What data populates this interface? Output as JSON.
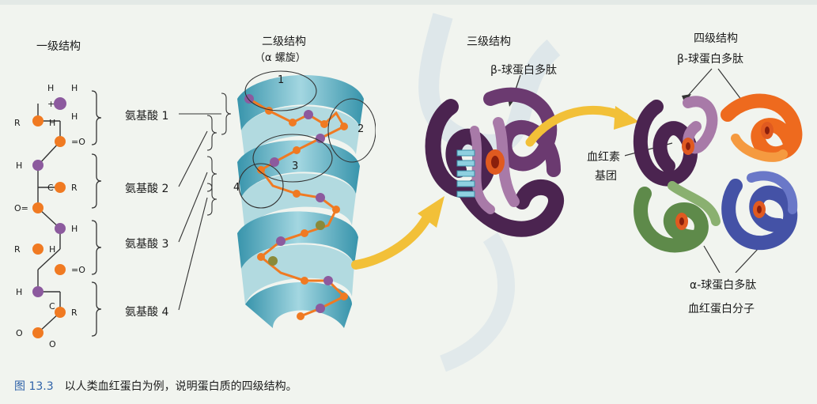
{
  "primary": {
    "title": "一级结构",
    "amino_labels": [
      "氨基酸 1",
      "氨基酸 2",
      "氨基酸 3",
      "氨基酸 4"
    ]
  },
  "secondary": {
    "title": "二级结构",
    "subtitle": "（α 螺旋）",
    "markers": [
      "1",
      "2",
      "3",
      "4"
    ]
  },
  "tertiary": {
    "title": "三级结构",
    "beta_label": "β-球蛋白多肽"
  },
  "quaternary": {
    "title": "四级结构",
    "beta_label": "β-球蛋白多肽",
    "heme_label_1": "血红素",
    "heme_label_2": "基团",
    "alpha_label": "α-球蛋白多肽",
    "molecule_label": "血红蛋白分子"
  },
  "caption": {
    "figure_no": "图 13.3",
    "text": "以人类血红蛋白为例，说明蛋白质的四级结构。"
  },
  "colors": {
    "background": "#f1f4ef",
    "helix": "#4fb0c6",
    "helix_light": "#9fd5e0",
    "atom_orange": "#f07a22",
    "atom_purple": "#8c5a9e",
    "beta_dark": "#4b2450",
    "beta_pink": "#a87aa8",
    "quat_orange": "#ee6a1e",
    "quat_green": "#5e8a4a",
    "quat_blue": "#4452a6",
    "arrow_yellow": "#f2c038",
    "caption_blue": "#2f62a8"
  }
}
